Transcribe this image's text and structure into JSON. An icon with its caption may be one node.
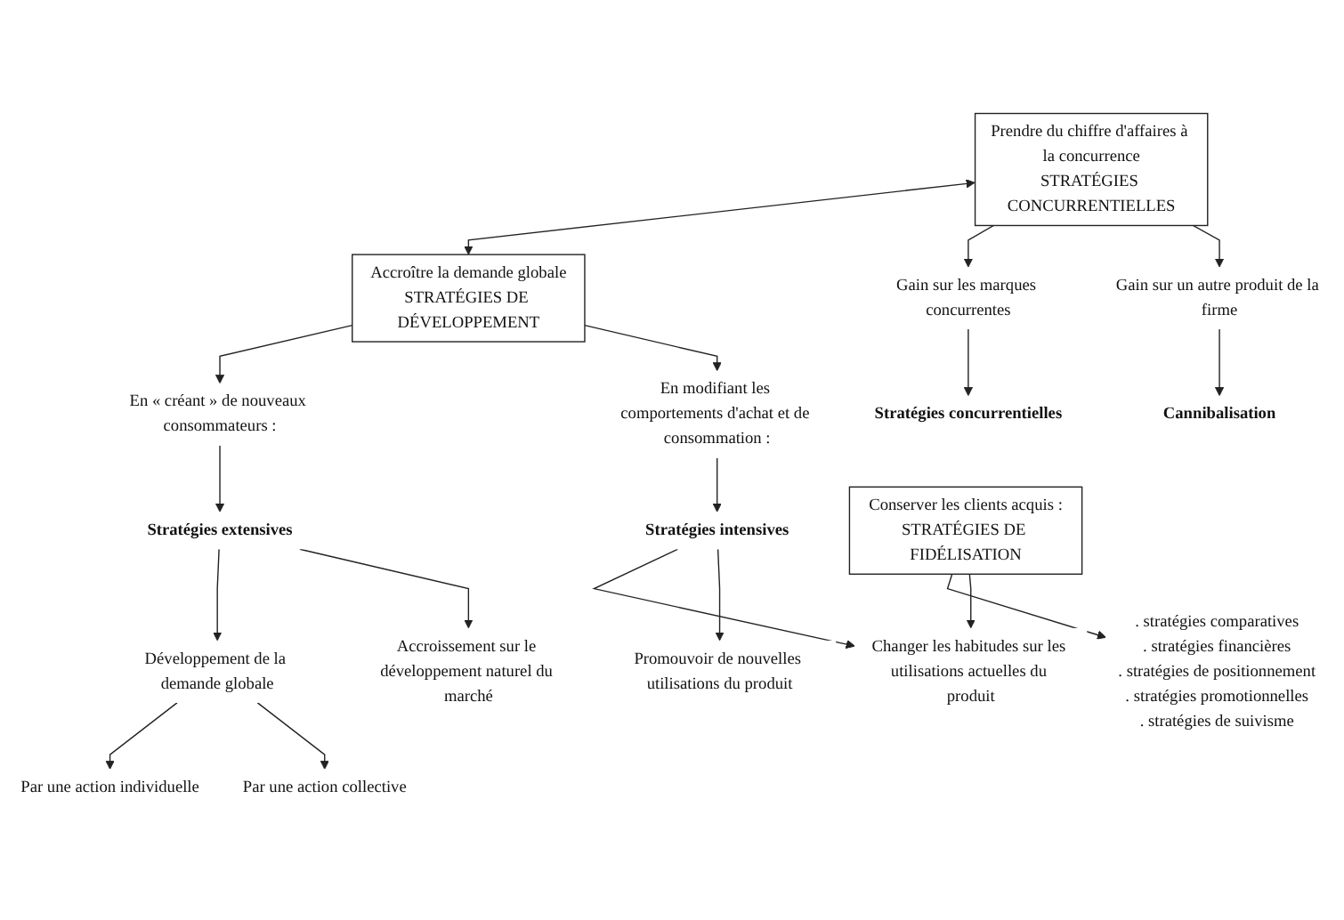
{
  "diagram": {
    "nodes": [
      {
        "text": [
          "Prendre du chiffre d'affaires à la concurrence",
          "STRATÉGIES CONCURRENTIELLES"
        ]
      },
      {
        "text": [
          "Accroître la demande globale",
          "STRATÉGIES DE DÉVELOPPEMENT"
        ]
      },
      {
        "text": [
          "Gain sur les marques concurrentes"
        ]
      },
      {
        "text": [
          "Gain sur un autre produit de la firme"
        ]
      },
      {
        "text": [
          "Stratégies concurrentielles"
        ]
      },
      {
        "text": [
          "Cannibalisation"
        ]
      },
      {
        "text": [
          ". stratégies comparatives",
          ". stratégies financières",
          ". stratégies de positionnement",
          ". stratégies promotionnelles",
          ". stratégies de suivisme"
        ]
      },
      {
        "text": [
          "En « créant » de nouveaux consommateurs :"
        ]
      },
      {
        "text": [
          "En modifiant les comportements d'achat et de consommation :"
        ]
      },
      {
        "text": [
          "Stratégies extensives"
        ]
      },
      {
        "text": [
          "Stratégies intensives"
        ]
      },
      {
        "text": [
          "Développement de la demande globale"
        ]
      },
      {
        "text": [
          "Accroissement sur le développement naturel du marché"
        ]
      },
      {
        "text": [
          "Changer les habitudes sur les utilisations actuelles du produit"
        ]
      },
      {
        "text": [
          "Promouvoir de nouvelles utilisations du produit"
        ]
      },
      {
        "text": [
          "Par une action individuelle"
        ]
      },
      {
        "text": [
          "Par une action collective"
        ]
      },
      {
        "text": [
          "Conserver les clients acquis :",
          "STRATÉGIES DE FIDÉLISATION"
        ]
      }
    ],
    "edges": [
      {
        "from": 0,
        "to": 1,
        "arrow": "both"
      },
      {
        "from": 0,
        "to": 2,
        "arrow": "to"
      },
      {
        "from": 0,
        "to": 3,
        "arrow": "to"
      },
      {
        "from": 2,
        "to": 4,
        "arrow": "to"
      },
      {
        "from": 3,
        "to": 5,
        "arrow": "to"
      },
      {
        "from": 1,
        "to": 7,
        "arrow": "to"
      },
      {
        "from": 1,
        "to": 8,
        "arrow": "to"
      },
      {
        "from": 7,
        "to": 9,
        "arrow": "to"
      },
      {
        "from": 8,
        "to": 10,
        "arrow": "to"
      },
      {
        "from": 9,
        "to": 11,
        "arrow": "to"
      },
      {
        "from": 9,
        "to": 12,
        "arrow": "to"
      },
      {
        "from": 10,
        "to": 13,
        "arrow": "to"
      },
      {
        "from": 10,
        "to": 14,
        "arrow": "to"
      },
      {
        "from": 11,
        "to": 15,
        "arrow": "to"
      },
      {
        "from": 11,
        "to": 16,
        "arrow": "to"
      },
      {
        "from": 17,
        "to": 6,
        "arrow": "to"
      },
      {
        "from": 17,
        "to": 13,
        "arrow": "to"
      }
    ]
  }
}
